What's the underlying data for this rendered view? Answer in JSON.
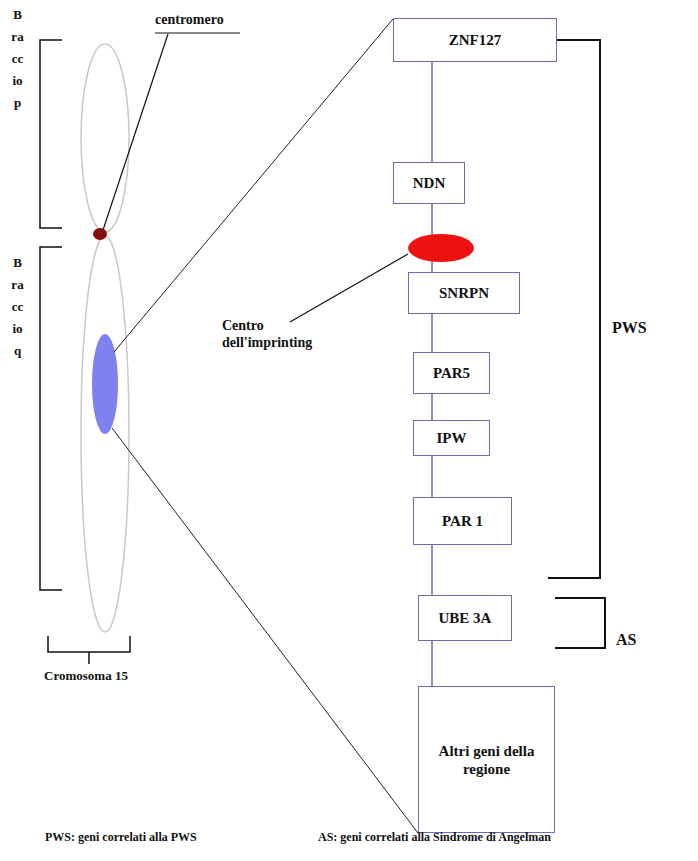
{
  "diagram": {
    "nodes": [
      {
        "text": [
          "ZNF127"
        ]
      },
      {
        "text": [
          "NDN"
        ]
      },
      {
        "text": [
          "SNRPN"
        ]
      },
      {
        "text": [
          "PAR5"
        ]
      },
      {
        "text": [
          "IPW"
        ]
      },
      {
        "text": [
          "PAR 1"
        ]
      },
      {
        "text": [
          "UBE 3A"
        ]
      },
      {
        "text": [
          "Altri geni della regione"
        ]
      }
    ],
    "edges": [
      {
        "from": 0,
        "to": 1,
        "arrow": "none"
      },
      {
        "from": 1,
        "to": 2,
        "arrow": "none"
      },
      {
        "from": 2,
        "to": 3,
        "arrow": "none"
      },
      {
        "from": 3,
        "to": 4,
        "arrow": "none"
      },
      {
        "from": 4,
        "to": 5,
        "arrow": "none"
      },
      {
        "from": 5,
        "to": 6,
        "arrow": "none"
      },
      {
        "from": 6,
        "to": 7,
        "arrow": "none"
      }
    ],
    "labels": [
      "Braccio p",
      "centromero",
      "Braccio q",
      "Centro dell'imprinting",
      "PWS",
      "AS",
      "Cromosoma 15",
      "PWS: geni correlati alla PWS",
      "AS: geni correlati alla Sindrome di Angelman"
    ]
  }
}
